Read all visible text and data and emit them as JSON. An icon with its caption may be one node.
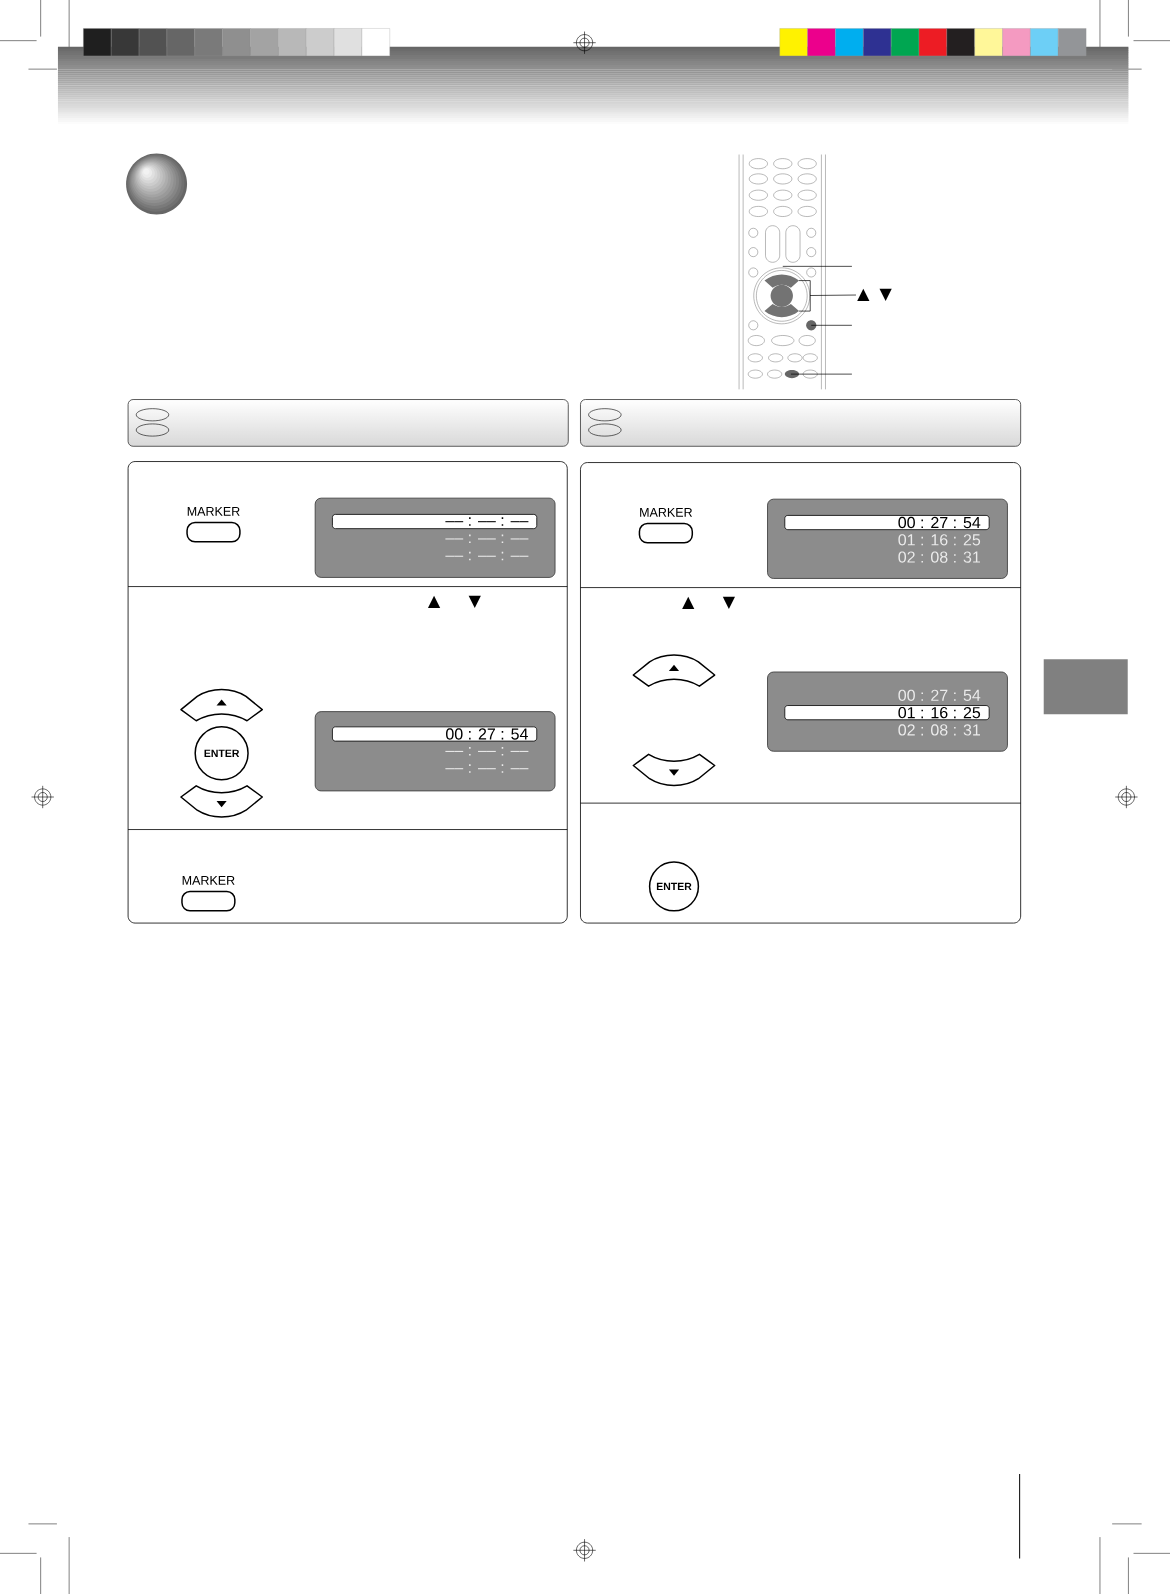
{
  "diagram": {
    "nodes": [
      {
        "text": [
          "▲",
          "▼"
        ]
      },
      {
        "text": [],
        "shape": "box"
      },
      {
        "text": [],
        "shape": "circle"
      }
    ],
    "edges": [
      {
        "from": 0,
        "to": 2,
        "arrow": "none"
      }
    ],
    "labels": [
      "MARKER",
      "–– : –– : ––",
      "–– : –– : ––",
      "–– : –– : ––",
      "MARKER",
      "00 : 27 : 54",
      "01 : 16 : 25",
      "02 : 08 : 31",
      "▲",
      "▼",
      "ENTER",
      "00 : 27 : 54",
      "–– : –– : ––",
      "–– : –– : ––",
      "▲",
      "▼",
      "00 : 27 : 54",
      "01 : 16 : 25",
      "02 : 08 : 31",
      "MARKER",
      "ENTER"
    ]
  }
}
